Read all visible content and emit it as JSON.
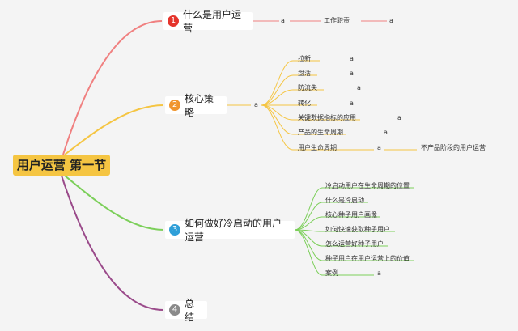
{
  "root": {
    "label": "用户运营 第一节",
    "color": "#f5c542"
  },
  "branches": [
    {
      "num": "1",
      "label": "什么是用户运营",
      "color": "#e5342c",
      "a1": "a",
      "child": "工作职责",
      "a2": "a"
    },
    {
      "num": "2",
      "label": "核心策略",
      "color": "#f0952e",
      "a": "a",
      "children": [
        {
          "label": "拉新",
          "a": "a"
        },
        {
          "label": "盘活",
          "a": "a"
        },
        {
          "label": "防流失",
          "a": "a"
        },
        {
          "label": "转化",
          "a": "a"
        },
        {
          "label": "关键数据指标的应用",
          "a": "a"
        },
        {
          "label": "产品的生命周期",
          "a": "a"
        },
        {
          "label": "用户生命周期",
          "a": "a",
          "sub": "不产品阶段的用户运营"
        }
      ]
    },
    {
      "num": "3",
      "label": "如何做好冷启动的用户运营",
      "color": "#2f9fd8",
      "children": [
        {
          "label": "冷启动用户在生命周期的位置"
        },
        {
          "label": "什么是冷启动"
        },
        {
          "label": "核心种子用户画像"
        },
        {
          "label": "如何快速获取种子用户"
        },
        {
          "label": "怎么运营好种子用户"
        },
        {
          "label": "种子用户在用户运营上的价值"
        },
        {
          "label": "案例",
          "a": "a"
        }
      ]
    },
    {
      "num": "4",
      "label": "总结",
      "color": "#8a8a8a"
    }
  ],
  "link_colors": {
    "b1": "#f08080",
    "b2": "#f5c542",
    "b3": "#7ccf5a",
    "b4": "#9a4a8a"
  }
}
